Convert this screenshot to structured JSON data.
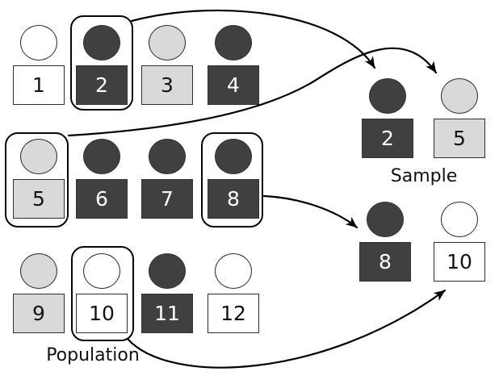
{
  "diagram": {
    "type": "sampling-diagram",
    "population": {
      "label": "Population",
      "members": [
        {
          "id": "1",
          "shade": "white",
          "selected": false
        },
        {
          "id": "2",
          "shade": "dark",
          "selected": true
        },
        {
          "id": "3",
          "shade": "light",
          "selected": false
        },
        {
          "id": "4",
          "shade": "dark",
          "selected": false
        },
        {
          "id": "5",
          "shade": "light",
          "selected": true
        },
        {
          "id": "6",
          "shade": "dark",
          "selected": false
        },
        {
          "id": "7",
          "shade": "dark",
          "selected": false
        },
        {
          "id": "8",
          "shade": "dark",
          "selected": true
        },
        {
          "id": "9",
          "shade": "light",
          "selected": false
        },
        {
          "id": "10",
          "shade": "white",
          "selected": true
        },
        {
          "id": "11",
          "shade": "dark",
          "selected": false
        },
        {
          "id": "12",
          "shade": "white",
          "selected": false
        }
      ]
    },
    "sample": {
      "label": "Sample",
      "members": [
        {
          "id": "2",
          "shade": "dark"
        },
        {
          "id": "5",
          "shade": "light"
        },
        {
          "id": "8",
          "shade": "dark"
        },
        {
          "id": "10",
          "shade": "white"
        }
      ]
    },
    "arrows": [
      {
        "from": "population-member-2",
        "to": "sample-member-2"
      },
      {
        "from": "population-member-5",
        "to": "sample-member-5"
      },
      {
        "from": "population-member-8",
        "to": "sample-member-8"
      },
      {
        "from": "population-member-10",
        "to": "sample-member-10"
      }
    ]
  },
  "colors": {
    "dark": "#404040",
    "light": "#d9d9d9",
    "white": "#ffffff",
    "outline": "#2e2e2e",
    "arrow": "#000000",
    "text_on_dark": "#ffffff",
    "text_on_light": "#141414",
    "label_text": "#111111"
  }
}
